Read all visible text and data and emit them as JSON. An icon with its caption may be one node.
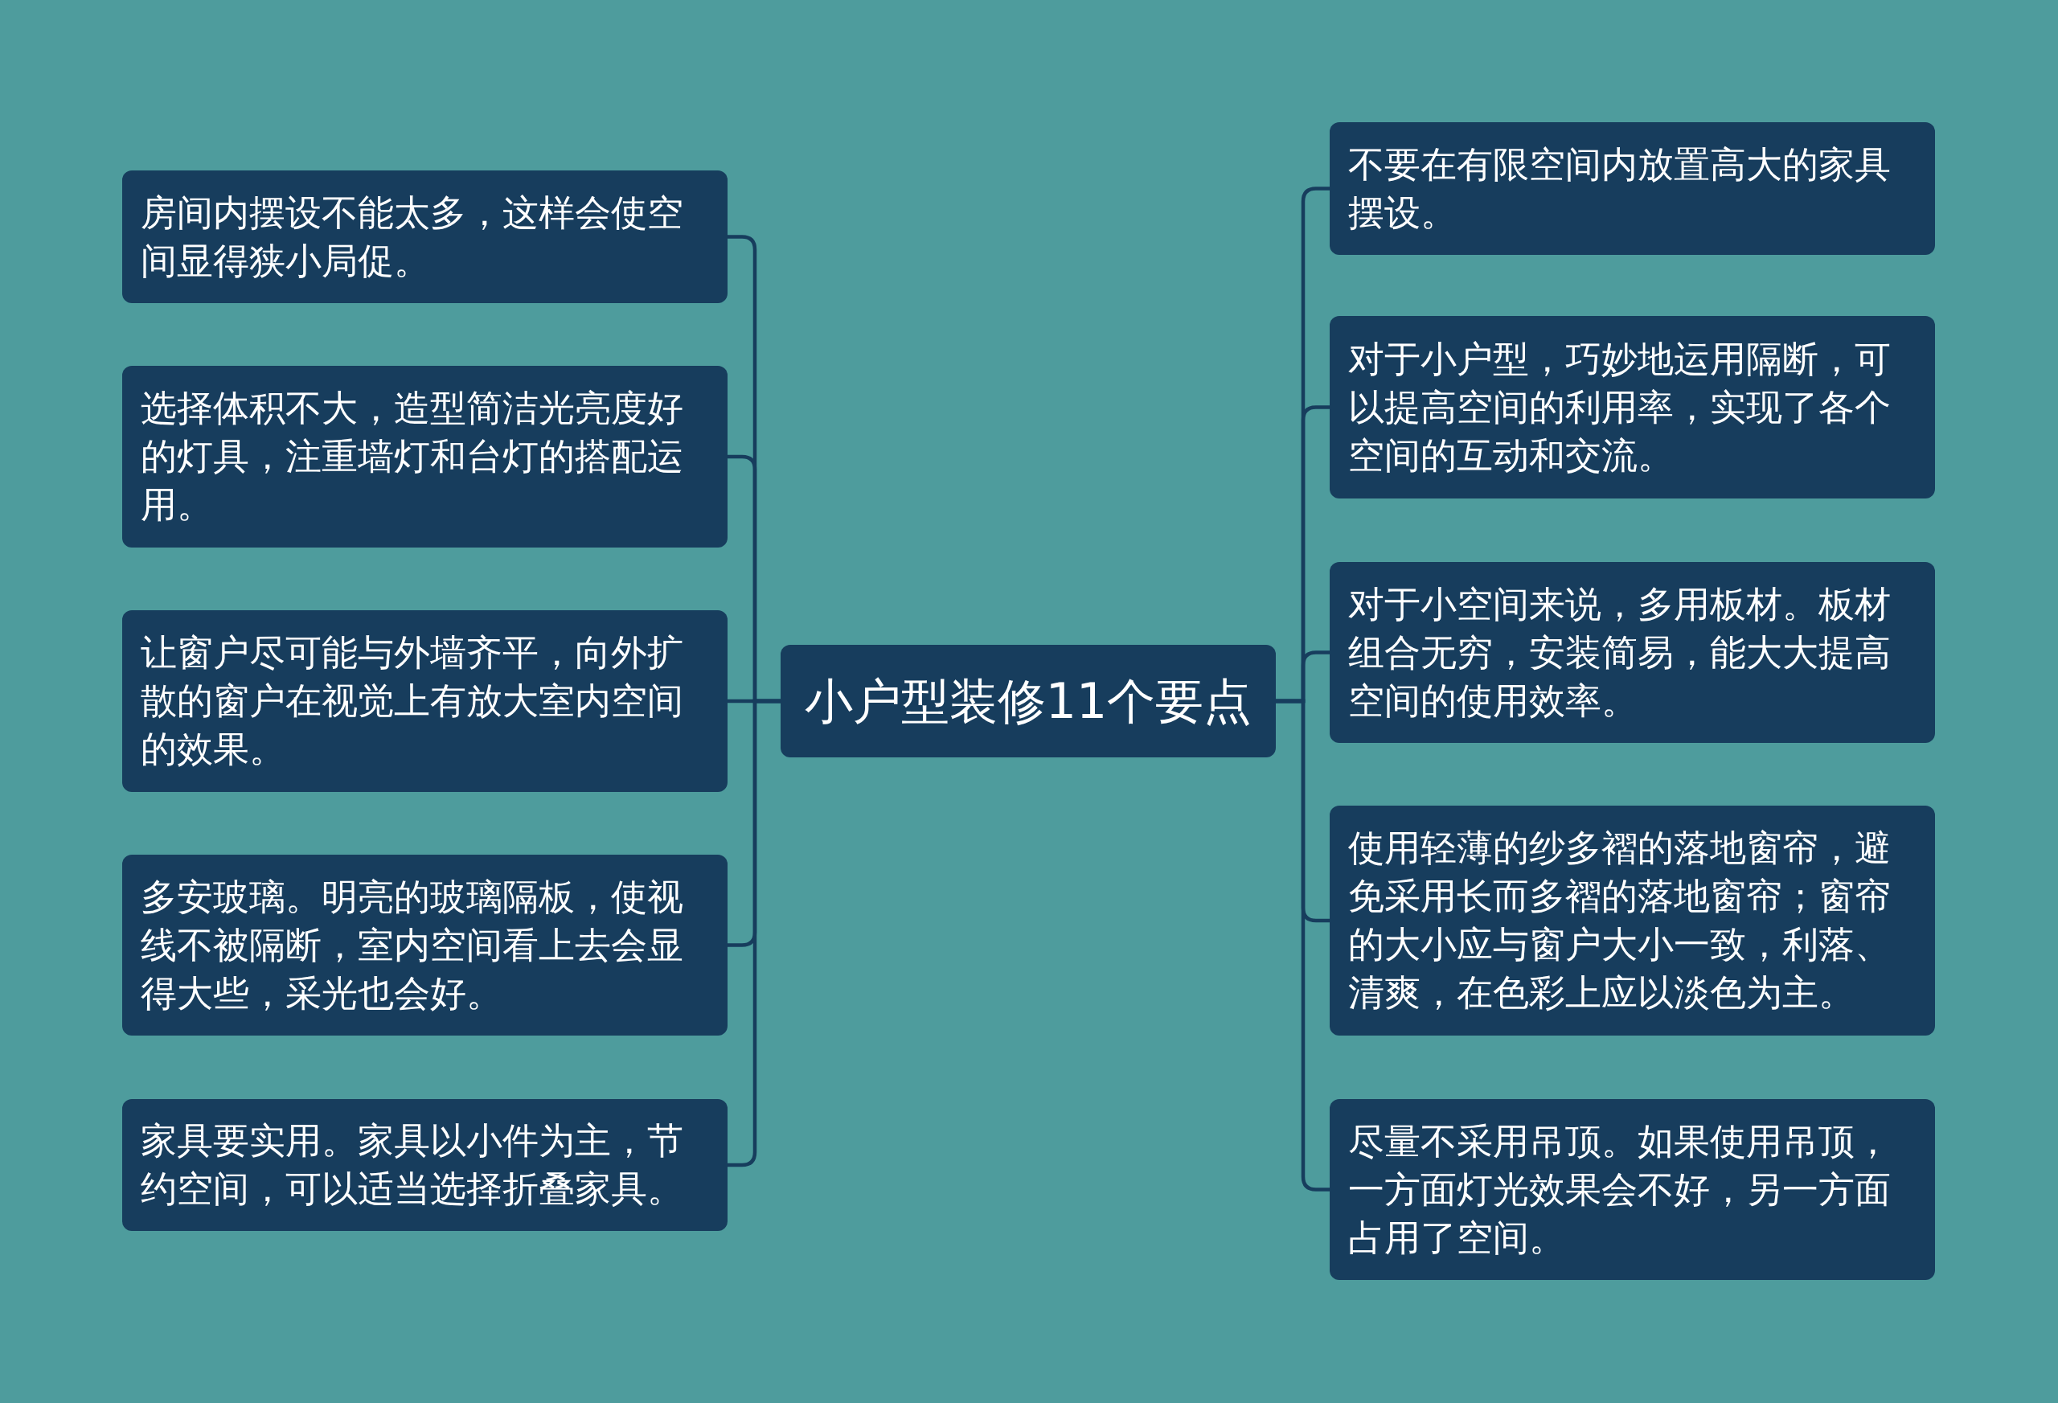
{
  "diagram": {
    "nodes": [
      {
        "text": [
          "小户型装修11个要点"
        ]
      },
      {
        "text": [
          "房间内摆设不能太多，这样会使空间显得狭小局促。"
        ]
      },
      {
        "text": [
          "选择体积不大，造型简洁光亮度好的灯具，注重墙灯和台灯的搭配运用。"
        ]
      },
      {
        "text": [
          "让窗户尽可能与外墙齐平，向外扩散的窗户在视觉上有放大室内空间的效果。"
        ]
      },
      {
        "text": [
          "多安玻璃。明亮的玻璃隔板，使视线不被隔断，室内空间看上去会显得大些，采光也会好。"
        ]
      },
      {
        "text": [
          "家具要实用。家具以小件为主，节约空间，可以适当选择折叠家具。"
        ]
      },
      {
        "text": [
          "不要在有限空间内放置高大的家具摆设。"
        ]
      },
      {
        "text": [
          "对于小户型，巧妙地运用隔断，可以提高空间的利用率，实现了各个空间的互动和交流。"
        ]
      },
      {
        "text": [
          "对于小空间来说，多用板材。板材组合无穷，安装简易，能大大提高空间的使用效率。"
        ]
      },
      {
        "text": [
          "使用轻薄的纱多褶的落地窗帘，避免采用长而多褶的落地窗帘；窗帘的大小应与窗户大小一致，利落、清爽，在色彩上应以淡色为主。"
        ]
      },
      {
        "text": [
          "尽量不采用吊顶。如果使用吊顶，一方面灯光效果会不好，另一方面占用了空间。"
        ]
      }
    ],
    "edges": [
      {
        "from": 0,
        "to": 1,
        "arrow": "none"
      },
      {
        "from": 0,
        "to": 2,
        "arrow": "none"
      },
      {
        "from": 0,
        "to": 3,
        "arrow": "none"
      },
      {
        "from": 0,
        "to": 4,
        "arrow": "none"
      },
      {
        "from": 0,
        "to": 5,
        "arrow": "none"
      },
      {
        "from": 0,
        "to": 6,
        "arrow": "none"
      },
      {
        "from": 0,
        "to": 7,
        "arrow": "none"
      },
      {
        "from": 0,
        "to": 8,
        "arrow": "none"
      },
      {
        "from": 0,
        "to": 9,
        "arrow": "none"
      },
      {
        "from": 0,
        "to": 10,
        "arrow": "none"
      }
    ]
  }
}
